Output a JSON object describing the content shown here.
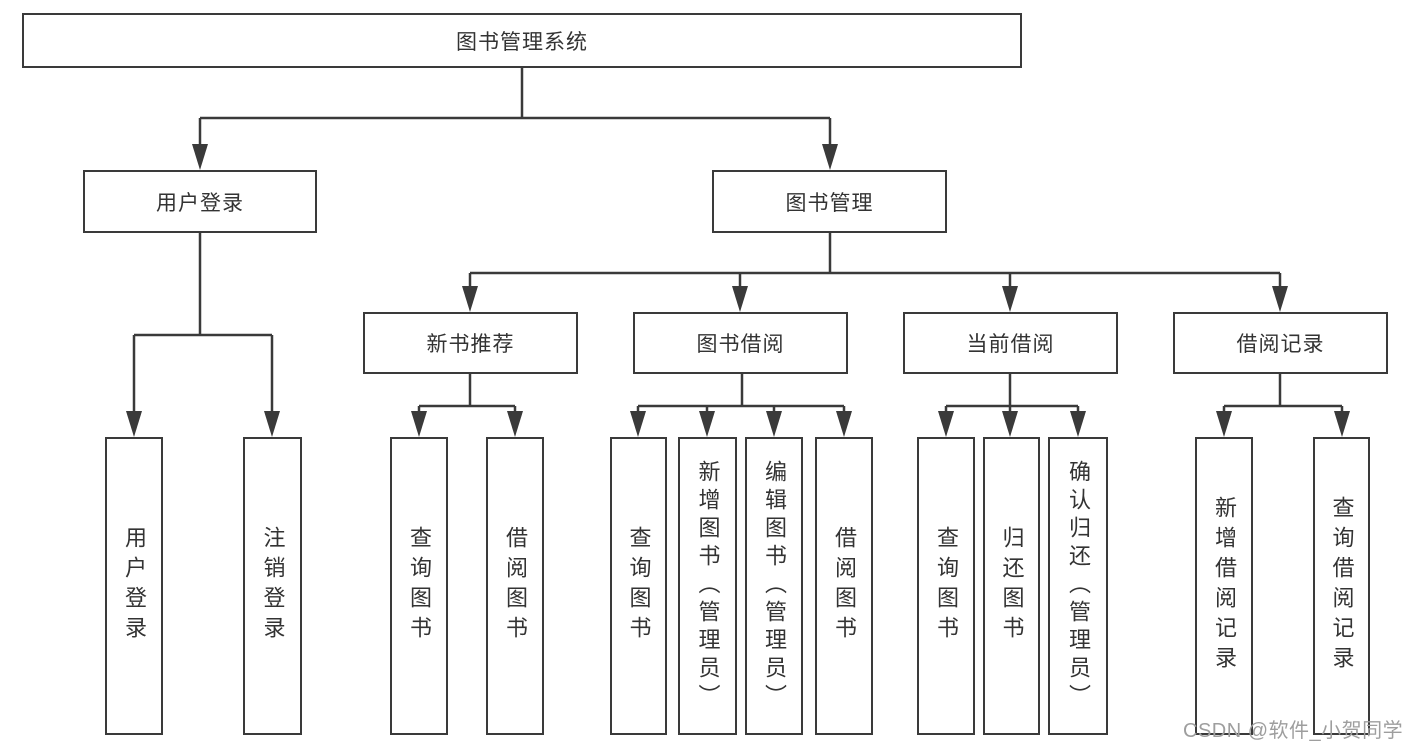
{
  "diagram": {
    "root": {
      "label": "图书管理系统"
    },
    "branches": [
      {
        "label": "用户登录",
        "children": [
          {
            "label": "用户登录"
          },
          {
            "label": "注销登录"
          }
        ]
      },
      {
        "label": "图书管理",
        "sections": [
          {
            "label": "新书推荐",
            "children": [
              {
                "label": "查询图书"
              },
              {
                "label": "借阅图书"
              }
            ]
          },
          {
            "label": "图书借阅",
            "children": [
              {
                "label": "查询图书"
              },
              {
                "label": "新增图书（管理员）"
              },
              {
                "label": "编辑图书（管理员）"
              },
              {
                "label": "借阅图书"
              }
            ]
          },
          {
            "label": "当前借阅",
            "children": [
              {
                "label": "查询图书"
              },
              {
                "label": "归还图书"
              },
              {
                "label": "确认归还（管理员）"
              }
            ]
          },
          {
            "label": "借阅记录",
            "children": [
              {
                "label": "新增借阅记录"
              },
              {
                "label": "查询借阅记录"
              }
            ]
          }
        ]
      }
    ]
  },
  "watermark": {
    "text": "CSDN @软件_小贺同学"
  },
  "colors": {
    "line": "#3a3a3a",
    "node_border": "#3a3a3a",
    "node_text": "#333333",
    "watermark_text": "#9e9e9e",
    "background": "#ffffff"
  }
}
